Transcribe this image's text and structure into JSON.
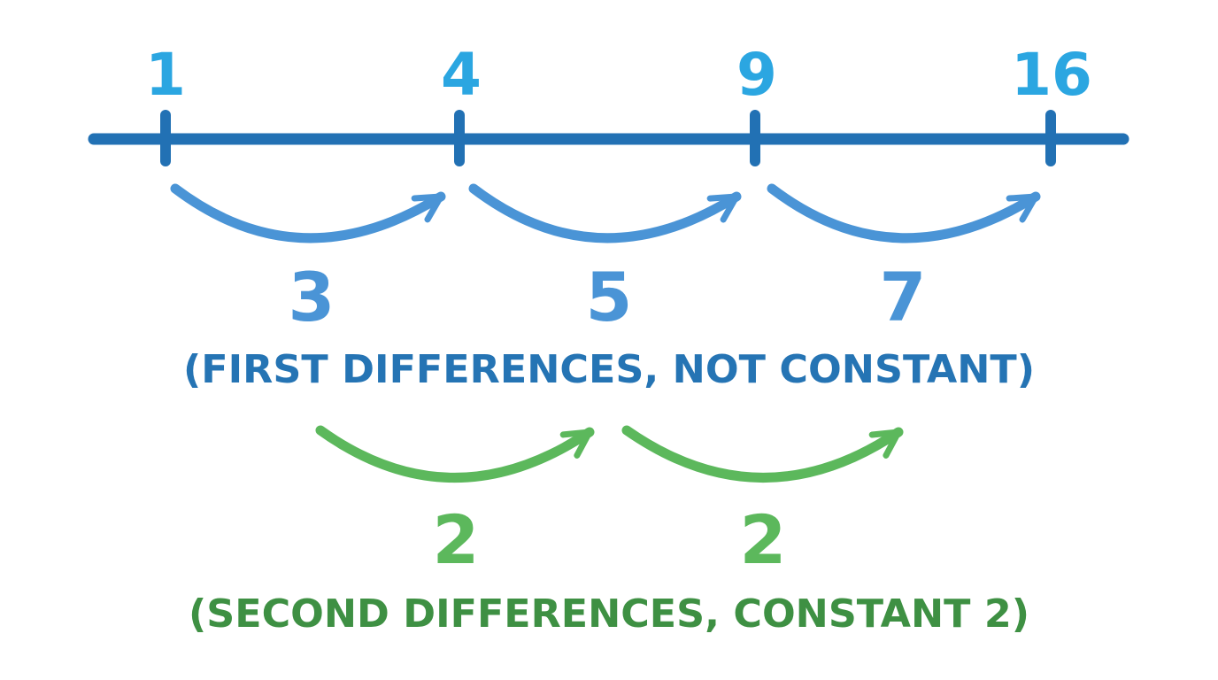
{
  "number_line": {
    "values": [
      "1",
      "4",
      "9",
      "16"
    ]
  },
  "first_differences": {
    "values": [
      "3",
      "5",
      "7"
    ],
    "caption": "(FIRST DIFFERENCES, NOT CONSTANT)"
  },
  "second_differences": {
    "values": [
      "2",
      "2"
    ],
    "caption": "(SECOND DIFFERENCES, CONSTANT 2)"
  },
  "colors": {
    "sequence_text": "#2ba6e1",
    "axis": "#2271b4",
    "first_arrows": "#4a94d6",
    "first_text": "#4a94d6",
    "first_caption": "#2574b4",
    "second_arrows": "#5cb85c",
    "second_text": "#5cb85c",
    "second_caption": "#3e9043"
  }
}
